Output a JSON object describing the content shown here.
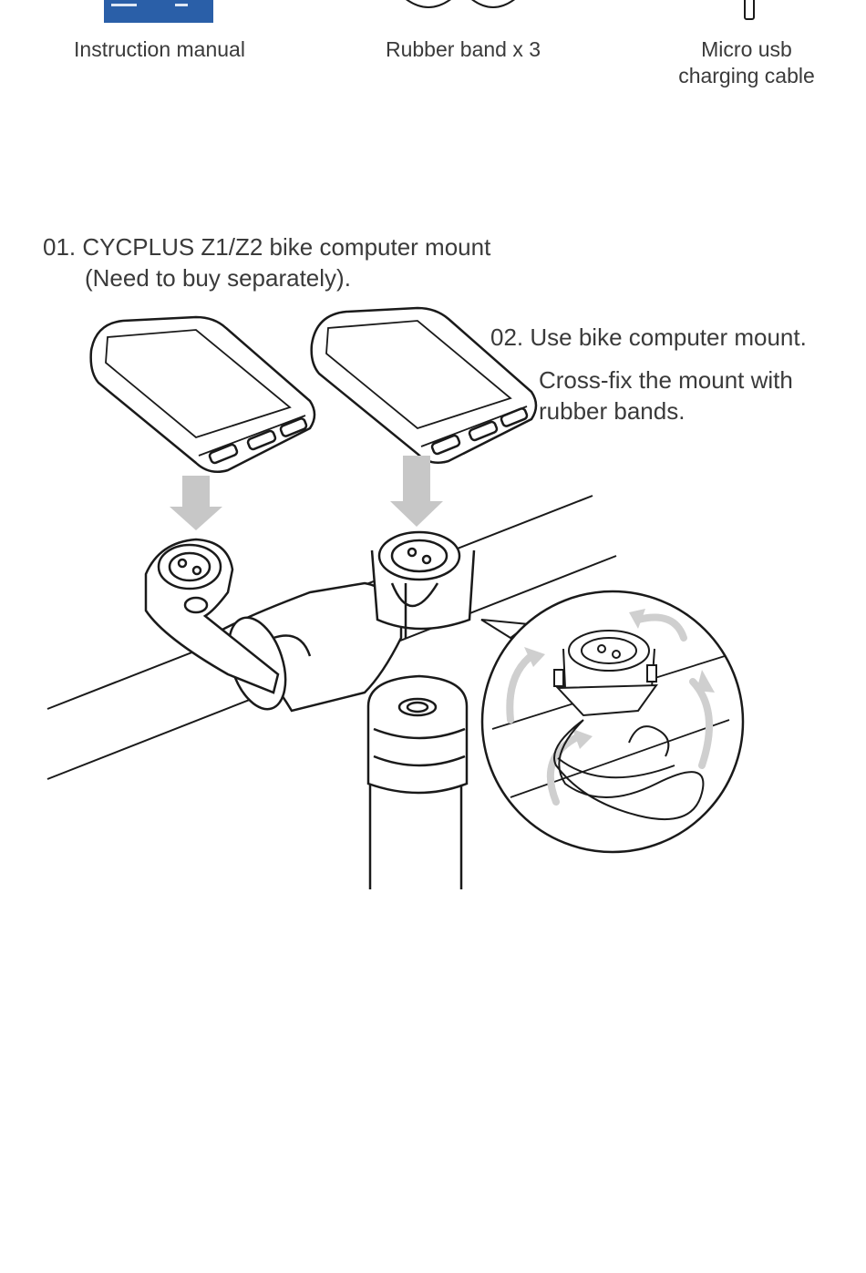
{
  "accessories": [
    {
      "label": "Instruction manual",
      "icon": "booklet-icon"
    },
    {
      "label": "Rubber band x 3",
      "icon": "rubber-band-icon"
    },
    {
      "label": "Micro usb\ncharging cable",
      "icon": "usb-cable-icon"
    }
  ],
  "step1": {
    "line1": "01. CYCPLUS Z1/Z2 bike computer mount",
    "line2": "(Need to buy separately)."
  },
  "step2": {
    "line1": "02. Use bike computer mount.",
    "line2": "Cross-fix the mount with",
    "line3": "rubber bands."
  },
  "colors": {
    "manual_blue": "#2a5fa8",
    "arrow_gray": "#c7c7c7",
    "line": "#1a1a1a"
  }
}
